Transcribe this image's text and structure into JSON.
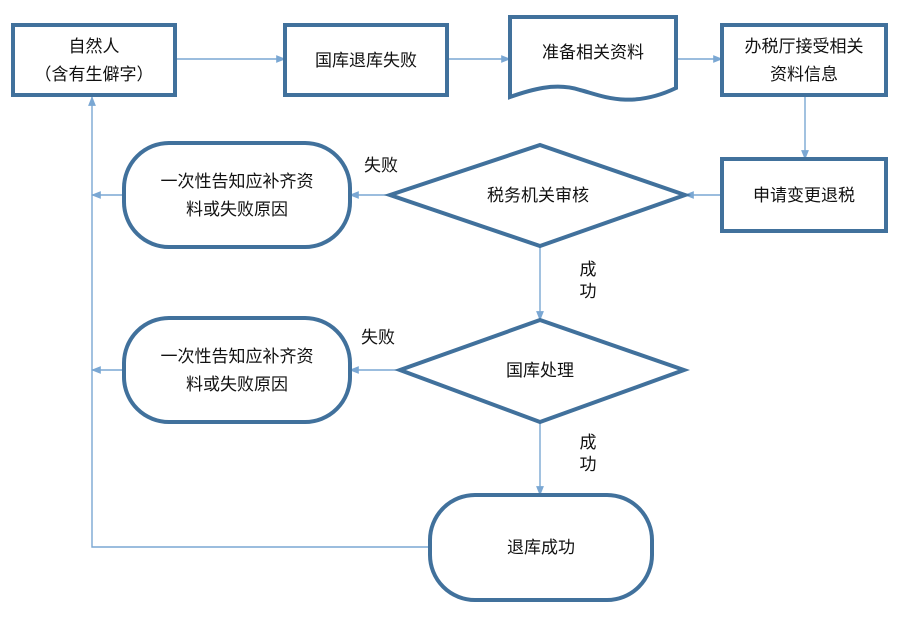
{
  "nodes": {
    "person": {
      "line1": "自然人",
      "line2": "（含有生僻字）"
    },
    "refund_fail": {
      "label": "国库退库失败"
    },
    "prepare_docs": {
      "label": "准备相关资料"
    },
    "hall_receive": {
      "line1": "办税厅接受相关",
      "line2": "资料信息"
    },
    "apply_change": {
      "label": "申请变更退税"
    },
    "tax_review": {
      "label": "税务机关审核"
    },
    "notify_1": {
      "line1": "一次性告知应补齐资",
      "line2": "料或失败原因"
    },
    "treasury_process": {
      "label": "国库处理"
    },
    "notify_2": {
      "line1": "一次性告知应补齐资",
      "line2": "料或失败原因"
    },
    "refund_success": {
      "label": "退库成功"
    }
  },
  "edge_labels": {
    "review_fail": "失败",
    "review_success_1": "成",
    "review_success_2": "功",
    "treasury_fail": "失败",
    "treasury_success_1": "成",
    "treasury_success_2": "功"
  },
  "colors": {
    "shape_border": "#41719c",
    "connector": "#7aa7d3",
    "text": "#111111",
    "background": "#ffffff"
  }
}
